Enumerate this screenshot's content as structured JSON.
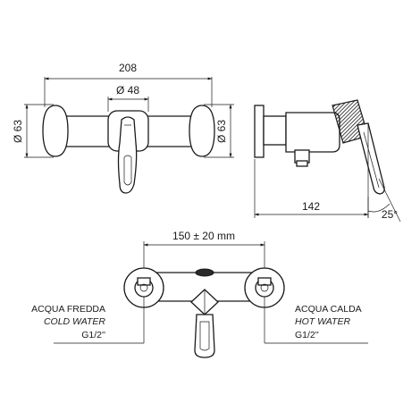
{
  "front_view": {
    "width": "208",
    "body_diameter": "Ø 48",
    "left_height": "Ø 63",
    "right_height": "Ø 63"
  },
  "side_view": {
    "depth": "142",
    "angle": "25°"
  },
  "bottom_view": {
    "centers": "150 ± 20 mm",
    "cold": {
      "it": "ACQUA FREDDA",
      "en": "COLD WATER",
      "thread": "G1/2''"
    },
    "hot": {
      "it": "ACQUA CALDA",
      "en": "HOT WATER",
      "thread": "G1/2''"
    }
  }
}
